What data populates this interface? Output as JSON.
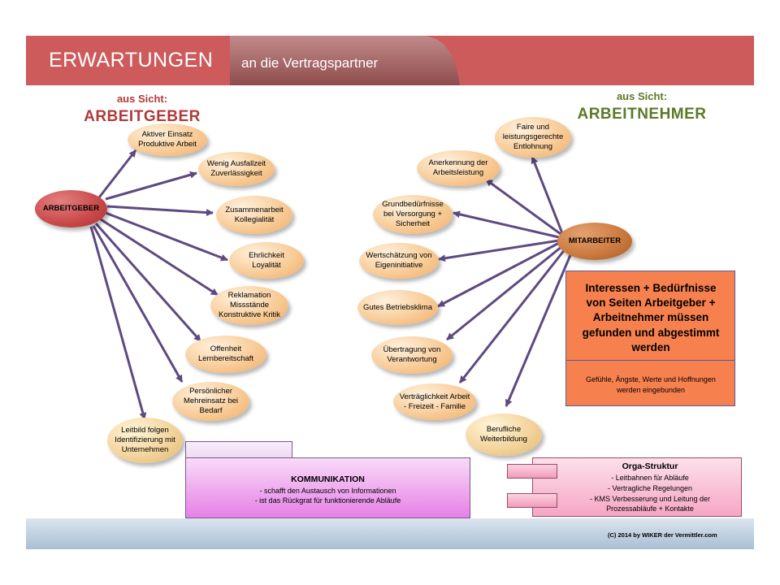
{
  "header": {
    "title": "ERWARTUNGEN",
    "subtitle": "an die Vertragspartner",
    "colors": {
      "bar": "#cd5b5b",
      "tab": "#a56262"
    }
  },
  "left": {
    "sicht": "aus Sicht:",
    "party": "ARBEITGEBER",
    "party_color": "#b03a3a",
    "hub": "ARBEITGEBER",
    "nodes": [
      "Aktiver Einsatz\nProduktive Arbeit",
      "Wenig Ausfallzeit\nZuverlässigkeit",
      "Zusammenarbeit\nKollegialität",
      "Ehrlichkeit\nLoyalität",
      "Reklamation\nMissstände\nKonstruktive Kritik",
      "Offenheit\nLernbereitschaft",
      "Persönlicher\nMehreinsatz bei\nBedarf",
      "Leitbild folgen\nIdentifizierung mit\nUnternehmen"
    ]
  },
  "right": {
    "sicht": "aus Sicht:",
    "party": "ARBEITNEHMER",
    "party_color": "#5a7a28",
    "hub": "MITARBEITER",
    "nodes": [
      "Faire und\nleistungsgerechte\nEntlohnung",
      "Anerkennung der\nArbeitsleistung",
      "Grundbedürfnisse\nbei Versorgung +\nSicherheit",
      "Wertschätzung von\nEigeninitiative",
      "Gutes Betriebsklima",
      "Übertragung von\nVerantwortung",
      "Verträglichkeit Arbeit\n- Freizeit - Familie",
      "Berufliche\nWeiterbildung"
    ]
  },
  "info": {
    "title": "Interessen + Bedürfnisse\nvon Seiten Arbeitgeber +\nArbeitnehmer müssen\ngefunden und abgestimmt\nwerden",
    "subtitle": "Gefühle, Ängste, Werte und Hoffnungen\nwerden eingebunden"
  },
  "kommunikation": {
    "title": "KOMMUNIKATION",
    "line1": "- schafft den Austausch von Informationen",
    "line2": "- ist das Rückgrat für funktionierende Abläufe"
  },
  "orga": {
    "title": "Orga-Struktur",
    "line1": "- Leitbahnen für Abläufe",
    "line2": "- Vertragliche Regelungen",
    "line3": "- KMS Verbesserung und Leitung der\nProzessabläufe + Kontakte"
  },
  "footer": {
    "copyright": "(C) 2014   by   WIKER der Vermittler.com"
  },
  "colors": {
    "arrow": "#5e4a80",
    "info_box": "#f7814e"
  }
}
